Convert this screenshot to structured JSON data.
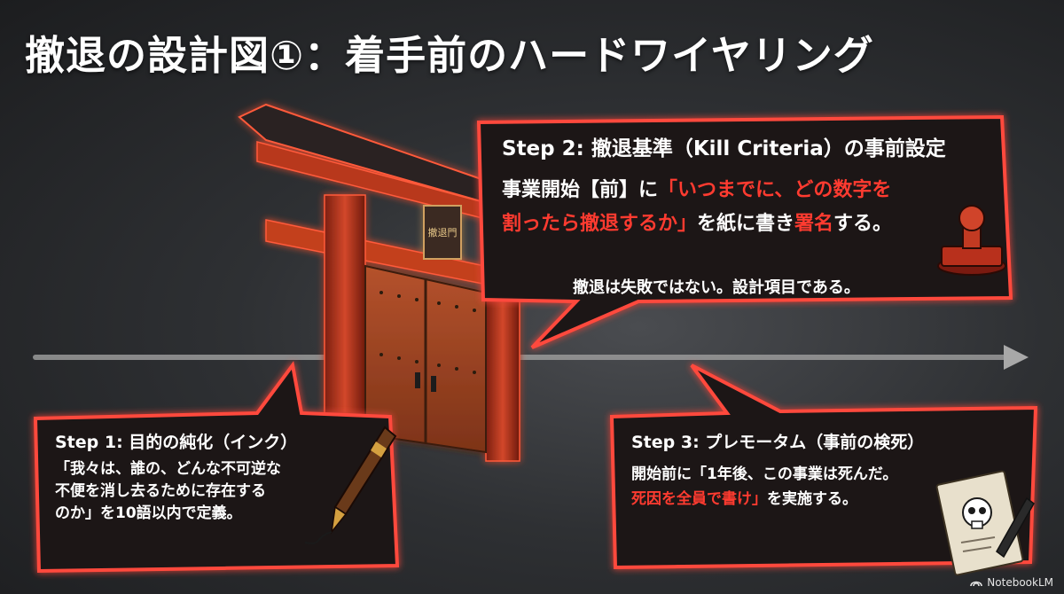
{
  "title": "撤退の設計図①：着手前のハードワイヤリング",
  "gate_plaque": "撤退門",
  "step2": {
    "heading": "Step 2: 撤退基準（Kill Criteria）の事前設定",
    "line1_prefix": "事業開始【前】に",
    "line1_red": "「いつまでに、どの数字を",
    "line2_red": "割ったら撤退するか」",
    "line2_mid": "を紙に書き",
    "line2_red2": "署名",
    "line2_suffix": "する。",
    "note": "撤退は失敗ではない。設計項目である。"
  },
  "step1": {
    "heading": "Step 1: 目的の純化（インク）",
    "line1": "「我々は、誰の、どんな不可逆な",
    "line2": "不便を消し去るために存在する",
    "line3": "のか」を10語以内で定義。"
  },
  "step3": {
    "heading": "Step 3: プレモータム（事前の検死）",
    "line1": "開始前に「1年後、この事業は死んだ。",
    "line2_red": "死因を全員で書け」",
    "line2_suffix": "を実施する。"
  },
  "brand": "NotebookLM",
  "colors": {
    "accent_red": "#ff3b30",
    "bubble_fill": "#1a1718",
    "bubble_border": "#ff4a3d",
    "gate_red": "#c0391f"
  },
  "icons": [
    "fountain-pen-icon",
    "stamp-icon",
    "skull-document-icon",
    "timeline-arrow-icon",
    "notebooklm-logo-icon"
  ]
}
